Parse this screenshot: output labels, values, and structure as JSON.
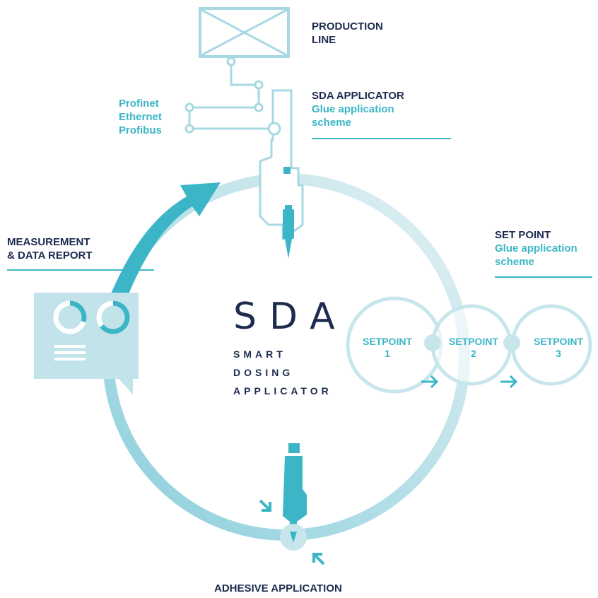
{
  "production_line": {
    "line1": "PRODUCTION",
    "line2": "LINE"
  },
  "sda_applicator": {
    "title": "SDA APPLICATOR",
    "sub1": "Glue application",
    "sub2": "scheme"
  },
  "protocols": [
    "Profinet",
    "Ethernet",
    "Profibus"
  ],
  "set_point": {
    "title": "SET POINT",
    "sub1": "Glue application",
    "sub2": "scheme"
  },
  "measurement": {
    "line1": "MEASUREMENT",
    "line2": "& DATA REPORT"
  },
  "center": {
    "big": "SDA",
    "sub": [
      "SMART",
      "DOSING",
      "APPLICATOR"
    ]
  },
  "setpoints": [
    {
      "label": "SETPOINT",
      "number": "1"
    },
    {
      "label": "SETPOINT",
      "number": "2"
    },
    {
      "label": "SETPOINT",
      "number": "3"
    }
  ],
  "adhesive": "ADHESIVE APPLICATION",
  "colors": {
    "dark": "#1d2b4f",
    "teal": "#3cb6c6",
    "light": "#c7e6ec"
  }
}
